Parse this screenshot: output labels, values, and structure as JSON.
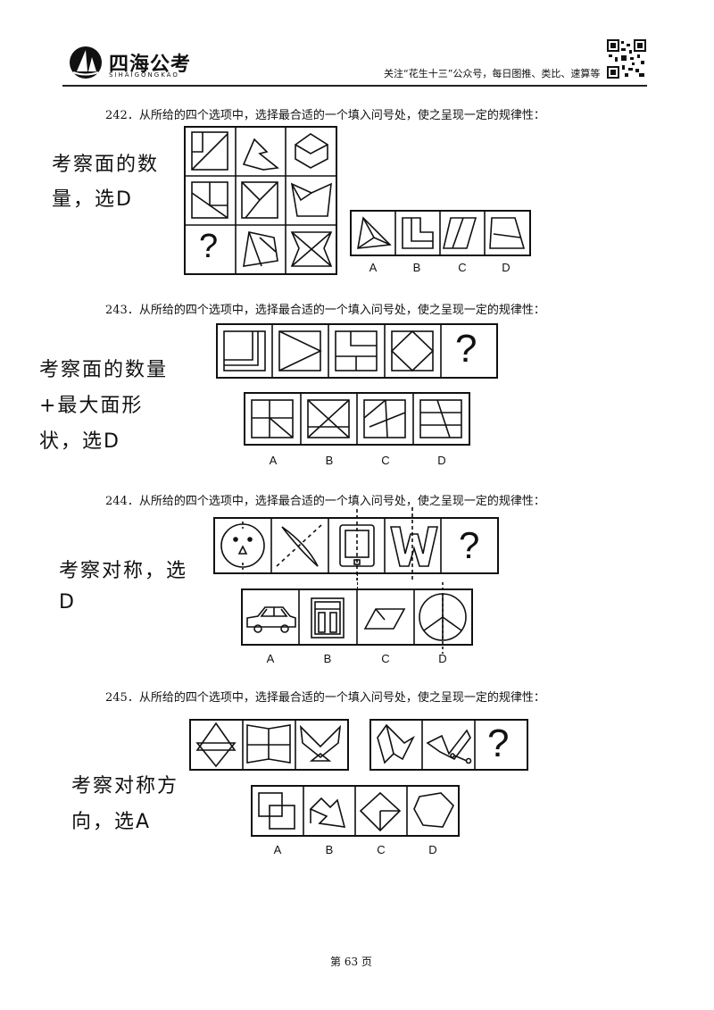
{
  "header": {
    "brand_name": "四海公考",
    "brand_sub": "SIHAIGONGKAO",
    "tagline": "关注“花生十三”公众号，每日图推、类比、速算等"
  },
  "questions": [
    {
      "number_text": "242．从所给的四个选项中，选择最合适的一个填入问号处，使之呈现一定的规律性：",
      "note_lines": [
        "考察面的数",
        "量，选D"
      ],
      "question_mark": "?",
      "options": [
        "A",
        "B",
        "C",
        "D"
      ]
    },
    {
      "number_text": "243．从所给的四个选项中，选择最合适的一个填入问号处，使之呈现一定的规律性：",
      "note_lines": [
        "考察面的数量",
        "+最大面形",
        "状，选D"
      ],
      "question_mark": "?",
      "options": [
        "A",
        "B",
        "C",
        "D"
      ]
    },
    {
      "number_text": "244．从所给的四个选项中，选择最合适的一个填入问号处，使之呈现一定的规律性：",
      "note_lines": [
        "考察对称，选",
        "D"
      ],
      "question_mark": "?",
      "options": [
        "A",
        "B",
        "C",
        "D"
      ]
    },
    {
      "number_text": "245．从所给的四个选项中，选择最合适的一个填入问号处，使之呈现一定的规律性：",
      "note_lines": [
        "考察对称方",
        "向，选A"
      ],
      "question_mark": "?",
      "options": [
        "A",
        "B",
        "C",
        "D"
      ]
    }
  ],
  "footer": {
    "page_label": "第 63 页"
  }
}
